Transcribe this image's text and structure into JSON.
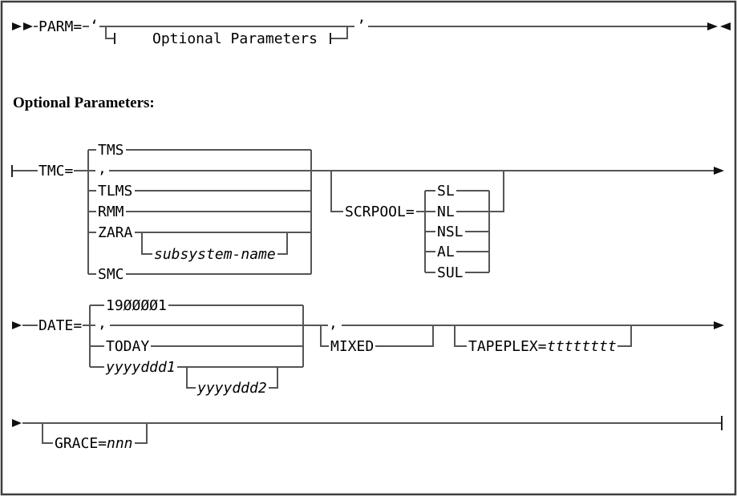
{
  "page": {
    "background": "#ffffff",
    "border_color": "#3f3f3f",
    "line_color": "#555555",
    "text_color": "#000000"
  },
  "syntax": {
    "keyword": "PARM=",
    "open_quote": "‘",
    "close_quote": "’",
    "fragment_name": "Optional Parameters"
  },
  "heading": "Optional Parameters:",
  "fragment": {
    "tmc": {
      "keyword": "TMC=",
      "options": [
        "TMS",
        ",",
        "TLMS",
        "RMM",
        "ZARA",
        "SMC"
      ],
      "zara_suboption": "subsystem-name"
    },
    "scrpool": {
      "keyword": "SCRPOOL=",
      "options": [
        "SL",
        "NL",
        "NSL",
        "AL",
        "SUL"
      ]
    },
    "date": {
      "keyword": "DATE=",
      "options": [
        "1900001",
        ",",
        "TODAY",
        "yyyyddd1"
      ],
      "range_suboption": "yyyyddd2"
    },
    "mixed_choice": {
      "options": [
        ",",
        "MIXED"
      ]
    },
    "tapeplex": {
      "keyword": "TAPEPLEX=",
      "value": "tttttttt"
    },
    "grace": {
      "keyword": "GRACE=",
      "value": "nnn"
    }
  }
}
